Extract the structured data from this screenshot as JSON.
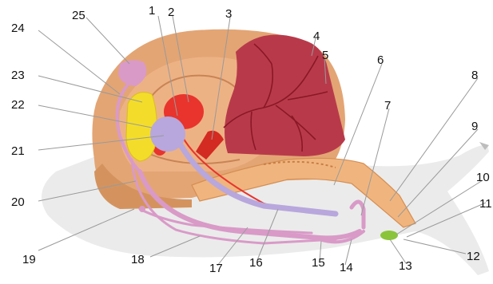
{
  "figure": {
    "labels": [
      {
        "id": "1",
        "text": "1"
      },
      {
        "id": "2",
        "text": "2"
      },
      {
        "id": "3",
        "text": "3"
      },
      {
        "id": "4",
        "text": "4"
      },
      {
        "id": "5",
        "text": "5"
      },
      {
        "id": "6",
        "text": "6"
      },
      {
        "id": "7",
        "text": "7"
      },
      {
        "id": "8",
        "text": "8"
      },
      {
        "id": "9",
        "text": "9"
      },
      {
        "id": "10",
        "text": "10"
      },
      {
        "id": "11",
        "text": "11"
      },
      {
        "id": "12",
        "text": "12"
      },
      {
        "id": "13",
        "text": "13"
      },
      {
        "id": "14",
        "text": "14"
      },
      {
        "id": "15",
        "text": "15"
      },
      {
        "id": "16",
        "text": "16"
      },
      {
        "id": "17",
        "text": "17"
      },
      {
        "id": "18",
        "text": "18"
      },
      {
        "id": "19",
        "text": "19"
      },
      {
        "id": "20",
        "text": "20"
      },
      {
        "id": "21",
        "text": "21"
      },
      {
        "id": "22",
        "text": "22"
      },
      {
        "id": "23",
        "text": "23"
      },
      {
        "id": "24",
        "text": "24"
      },
      {
        "id": "25",
        "text": "25"
      }
    ],
    "colors": {
      "shell": "#e3a574",
      "shell_inner": "#f0b789",
      "body_shadow": "#d6d6d6",
      "lung": "#b83a4a",
      "vessel": "#8a1826",
      "heart": "#e8342c",
      "albumen_gland": "#f3dd2a",
      "kidney": "#b8a7dc",
      "reproductive": "#d99ac8",
      "gut": "#f0b57e",
      "green_gland": "#8ac43a",
      "leader_line": "#9a9a9a"
    }
  }
}
